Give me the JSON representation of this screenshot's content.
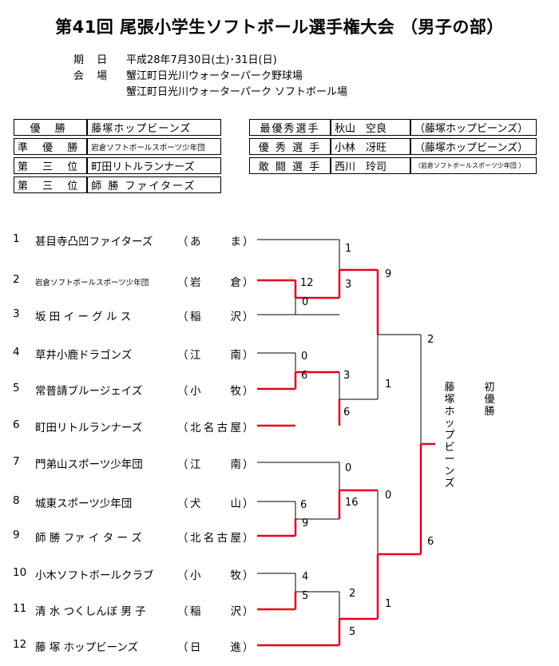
{
  "title": "第41回 尾張小学生ソフトボール選手権大会 （男子の部）",
  "info": {
    "date_label": "期 日",
    "date_value": "平成28年7月30日(土)･31日(日)",
    "venue_label": "会 場",
    "venue_1": "蟹江町日光川ウォーターパーク野球場",
    "venue_2": "蟹江町日光川ウォーターパーク ソフトボール場"
  },
  "results": [
    {
      "rank": "優 勝",
      "team": "藤塚ホップビーンズ"
    },
    {
      "rank": "準 優 勝",
      "team": "岩倉ソフトボールスポーツ少年団"
    },
    {
      "rank": "第 三 位",
      "team": "町田リトルランナーズ"
    },
    {
      "rank": "第 三 位",
      "team": "師 勝 ファイターズ"
    }
  ],
  "awards": [
    {
      "title": "最優秀選手",
      "name": "秋山　空良",
      "team": "（藤塚ホップビーンズ）"
    },
    {
      "title": "優 秀 選 手",
      "name": "小林　冴旺",
      "team": "（藤塚ホップビーンズ）"
    },
    {
      "title": "敢 闘 選 手",
      "name": "西川　玲司",
      "team": "（岩倉ソフトボールスポーツ少年団 ）"
    }
  ],
  "teams": [
    {
      "num": "1",
      "name": "甚目寺凸凹ファイターズ",
      "loc": "あ　ま"
    },
    {
      "num": "2",
      "name": "岩倉ソフトボールスポーツ少年団",
      "loc": "岩　倉"
    },
    {
      "num": "3",
      "name": "坂 田 イ ー グ ル ス",
      "loc": "稲　沢"
    },
    {
      "num": "4",
      "name": "草井小鹿ドラゴンズ",
      "loc": "江　南"
    },
    {
      "num": "5",
      "name": "常普請ブルージェイズ",
      "loc": "小　牧"
    },
    {
      "num": "6",
      "name": "町田リトルランナーズ",
      "loc": "北名古屋"
    },
    {
      "num": "7",
      "name": "門弟山スポーツ少年団",
      "loc": "江　南"
    },
    {
      "num": "8",
      "name": "城東スポーツ少年団",
      "loc": "犬　山"
    },
    {
      "num": "9",
      "name": "師 勝 ファ イ タ ー ズ",
      "loc": "北名古屋"
    },
    {
      "num": "10",
      "name": "小木ソフトボールクラブ",
      "loc": "小　牧"
    },
    {
      "num": "11",
      "name": "清 水 つくしんぼ 男 子",
      "loc": "稲　沢"
    },
    {
      "num": "12",
      "name": "藤 塚 ホップビーンズ",
      "loc": "日　進"
    }
  ],
  "scores": {
    "r1_a_top": "12",
    "r1_a_bot": "0",
    "r1_b_top": "0",
    "r1_b_bot": "6",
    "r1_c_top": "6",
    "r1_c_bot": "9",
    "r1_d_top": "4",
    "r1_d_bot": "5",
    "r2_a_top": "1",
    "r2_a_bot": "3",
    "r2_b_top": "3",
    "r2_b_bot": "6",
    "r2_c_top": "0",
    "r2_c_bot": "16",
    "r2_d_top": "2",
    "r2_d_bot": "5",
    "sf_a_top": "9",
    "sf_a_bot": "1",
    "sf_b_top": "0",
    "sf_b_bot": "1",
    "f_top": "2",
    "f_bot": "6"
  },
  "champion": {
    "label": "初優勝",
    "team": "藤塚ホップビーンズ"
  },
  "colors": {
    "winner_line": "#e8001c",
    "line": "#000000"
  }
}
